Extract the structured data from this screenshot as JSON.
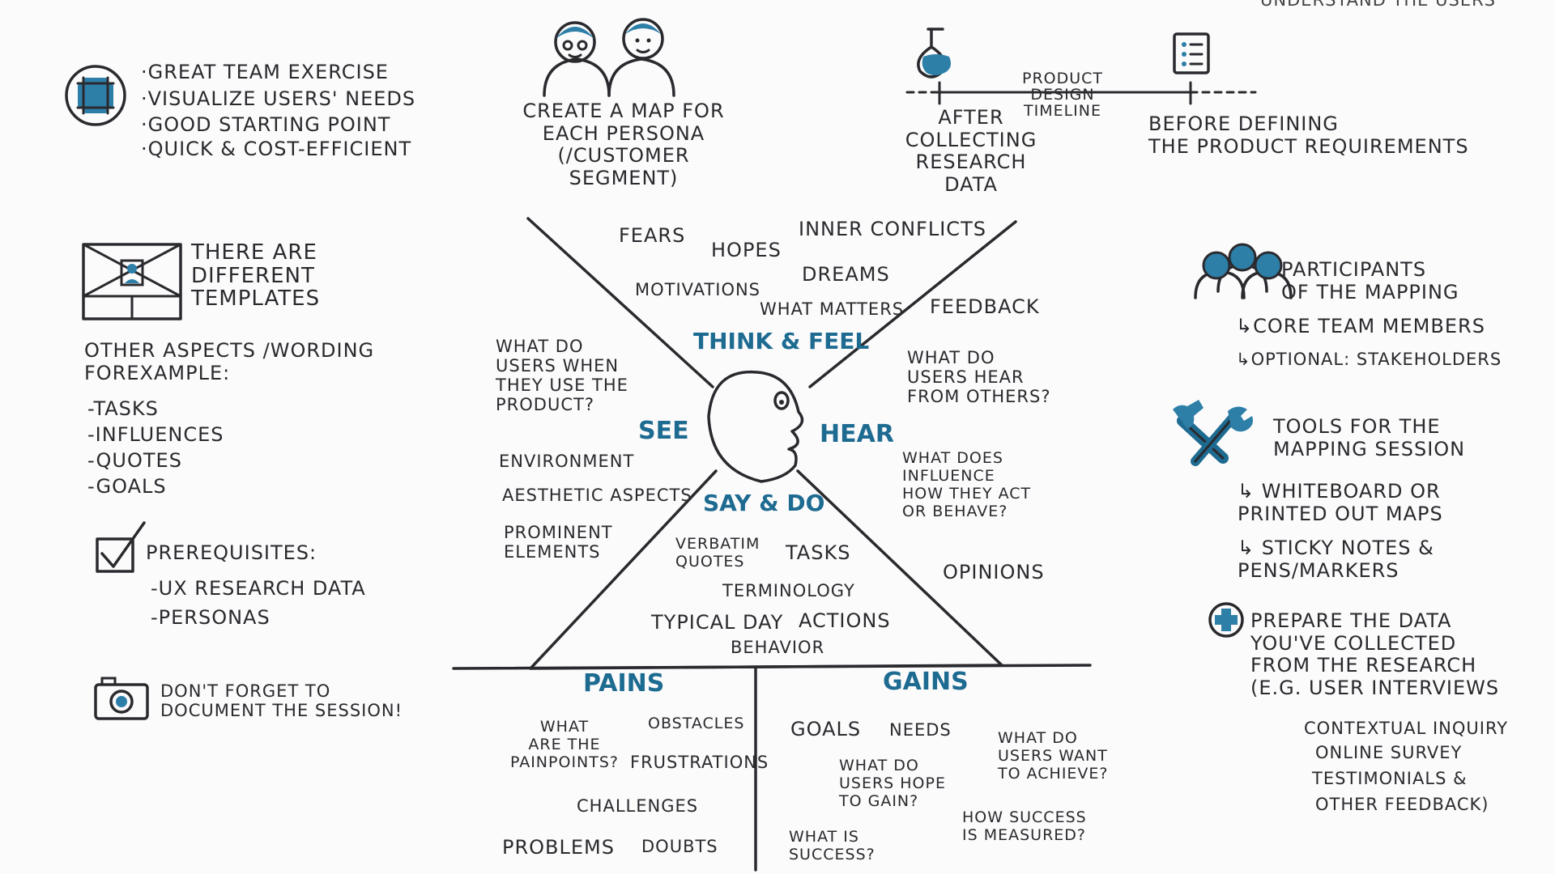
{
  "top_right_note": "UNDERSTAND THE USERS",
  "benefits": [
    "·GREAT TEAM EXERCISE",
    "·VISUALIZE USERS' NEEDS",
    "·GOOD STARTING POINT",
    "·QUICK & COST-EFFICIENT"
  ],
  "persona": "CREATE A MAP FOR\nEACH PERSONA\n(/CUSTOMER SEGMENT)",
  "timeline": {
    "label": "PRODUCT DESIGN\nTIMELINE",
    "after": "AFTER\nCOLLECTING\nRESEARCH DATA",
    "before": "BEFORE DEFINING\nTHE PRODUCT REQUIREMENTS"
  },
  "templates": "THERE ARE\nDIFFERENT\nTEMPLATES",
  "other_aspects": {
    "title": "OTHER ASPECTS /WORDING\nFOREXAMPLE:",
    "items": [
      "-TASKS",
      "-INFLUENCES",
      "-QUOTES",
      "-GOALS"
    ]
  },
  "prerequisites": {
    "title": "PREREQUISITES:",
    "items": [
      "-UX RESEARCH DATA",
      "-PERSONAS"
    ]
  },
  "document": "DON'T FORGET TO\nDOCUMENT THE SESSION!",
  "map": {
    "think_feel": {
      "title": "THINK & FEEL",
      "items": [
        "FEARS",
        "HOPES",
        "INNER CONFLICTS",
        "MOTIVATIONS",
        "DREAMS",
        "WHAT MATTERS"
      ]
    },
    "see": {
      "title": "SEE",
      "question": "WHAT DO\nUSERS WHEN\nTHEY USE THE\nPRODUCT?",
      "items": [
        "ENVIRONMENT",
        "AESTHETIC ASPECTS",
        "PROMINENT\nELEMENTS"
      ]
    },
    "hear": {
      "title": "HEAR",
      "items": [
        "FEEDBACK",
        "WHAT DO\nUSERS HEAR\nFROM OTHERS?",
        "WHAT DOES\nINFLUENCE\nHOW THEY ACT\nOR BEHAVE?",
        "OPINIONS"
      ]
    },
    "say_do": {
      "title": "SAY & DO",
      "items": [
        "VERBATIM\nQUOTES",
        "TASKS",
        "TERMINOLOGY",
        "TYPICAL DAY",
        "ACTIONS",
        "BEHAVIOR"
      ]
    },
    "pains": {
      "title": "PAINS",
      "items": [
        "WHAT\nARE THE\nPAINPOINTS?",
        "OBSTACLES",
        "FRUSTRATIONS",
        "CHALLENGES",
        "PROBLEMS",
        "DOUBTS"
      ]
    },
    "gains": {
      "title": "GAINS",
      "items": [
        "GOALS",
        "NEEDS",
        "WHAT DO\nUSERS WANT\nTO ACHIEVE?",
        "WHAT DO\nUSERS HOPE\nTO GAIN?",
        "HOW SUCCESS\nIS MEASURED?",
        "WHAT IS\nSUCCESS?"
      ]
    }
  },
  "participants": {
    "title": "PARTICIPANTS\nOF THE MAPPING",
    "items": [
      "↳CORE TEAM MEMBERS",
      "↳OPTIONAL: STAKEHOLDERS"
    ]
  },
  "tools": {
    "title": "TOOLS FOR THE\nMAPPING SESSION",
    "items": [
      "↳ WHITEBOARD OR\n    PRINTED OUT MAPS",
      "↳ STICKY NOTES &\n    PENS/MARKERS"
    ]
  },
  "prepare": {
    "title": "PREPARE THE DATA\nYOU'VE COLLECTED\nFROM THE RESEARCH\n(E.G. USER INTERVIEWS",
    "items": [
      "CONTEXTUAL INQUIRY",
      "ONLINE SURVEY",
      "TESTIMONIALS &",
      "OTHER FEEDBACK)"
    ]
  }
}
